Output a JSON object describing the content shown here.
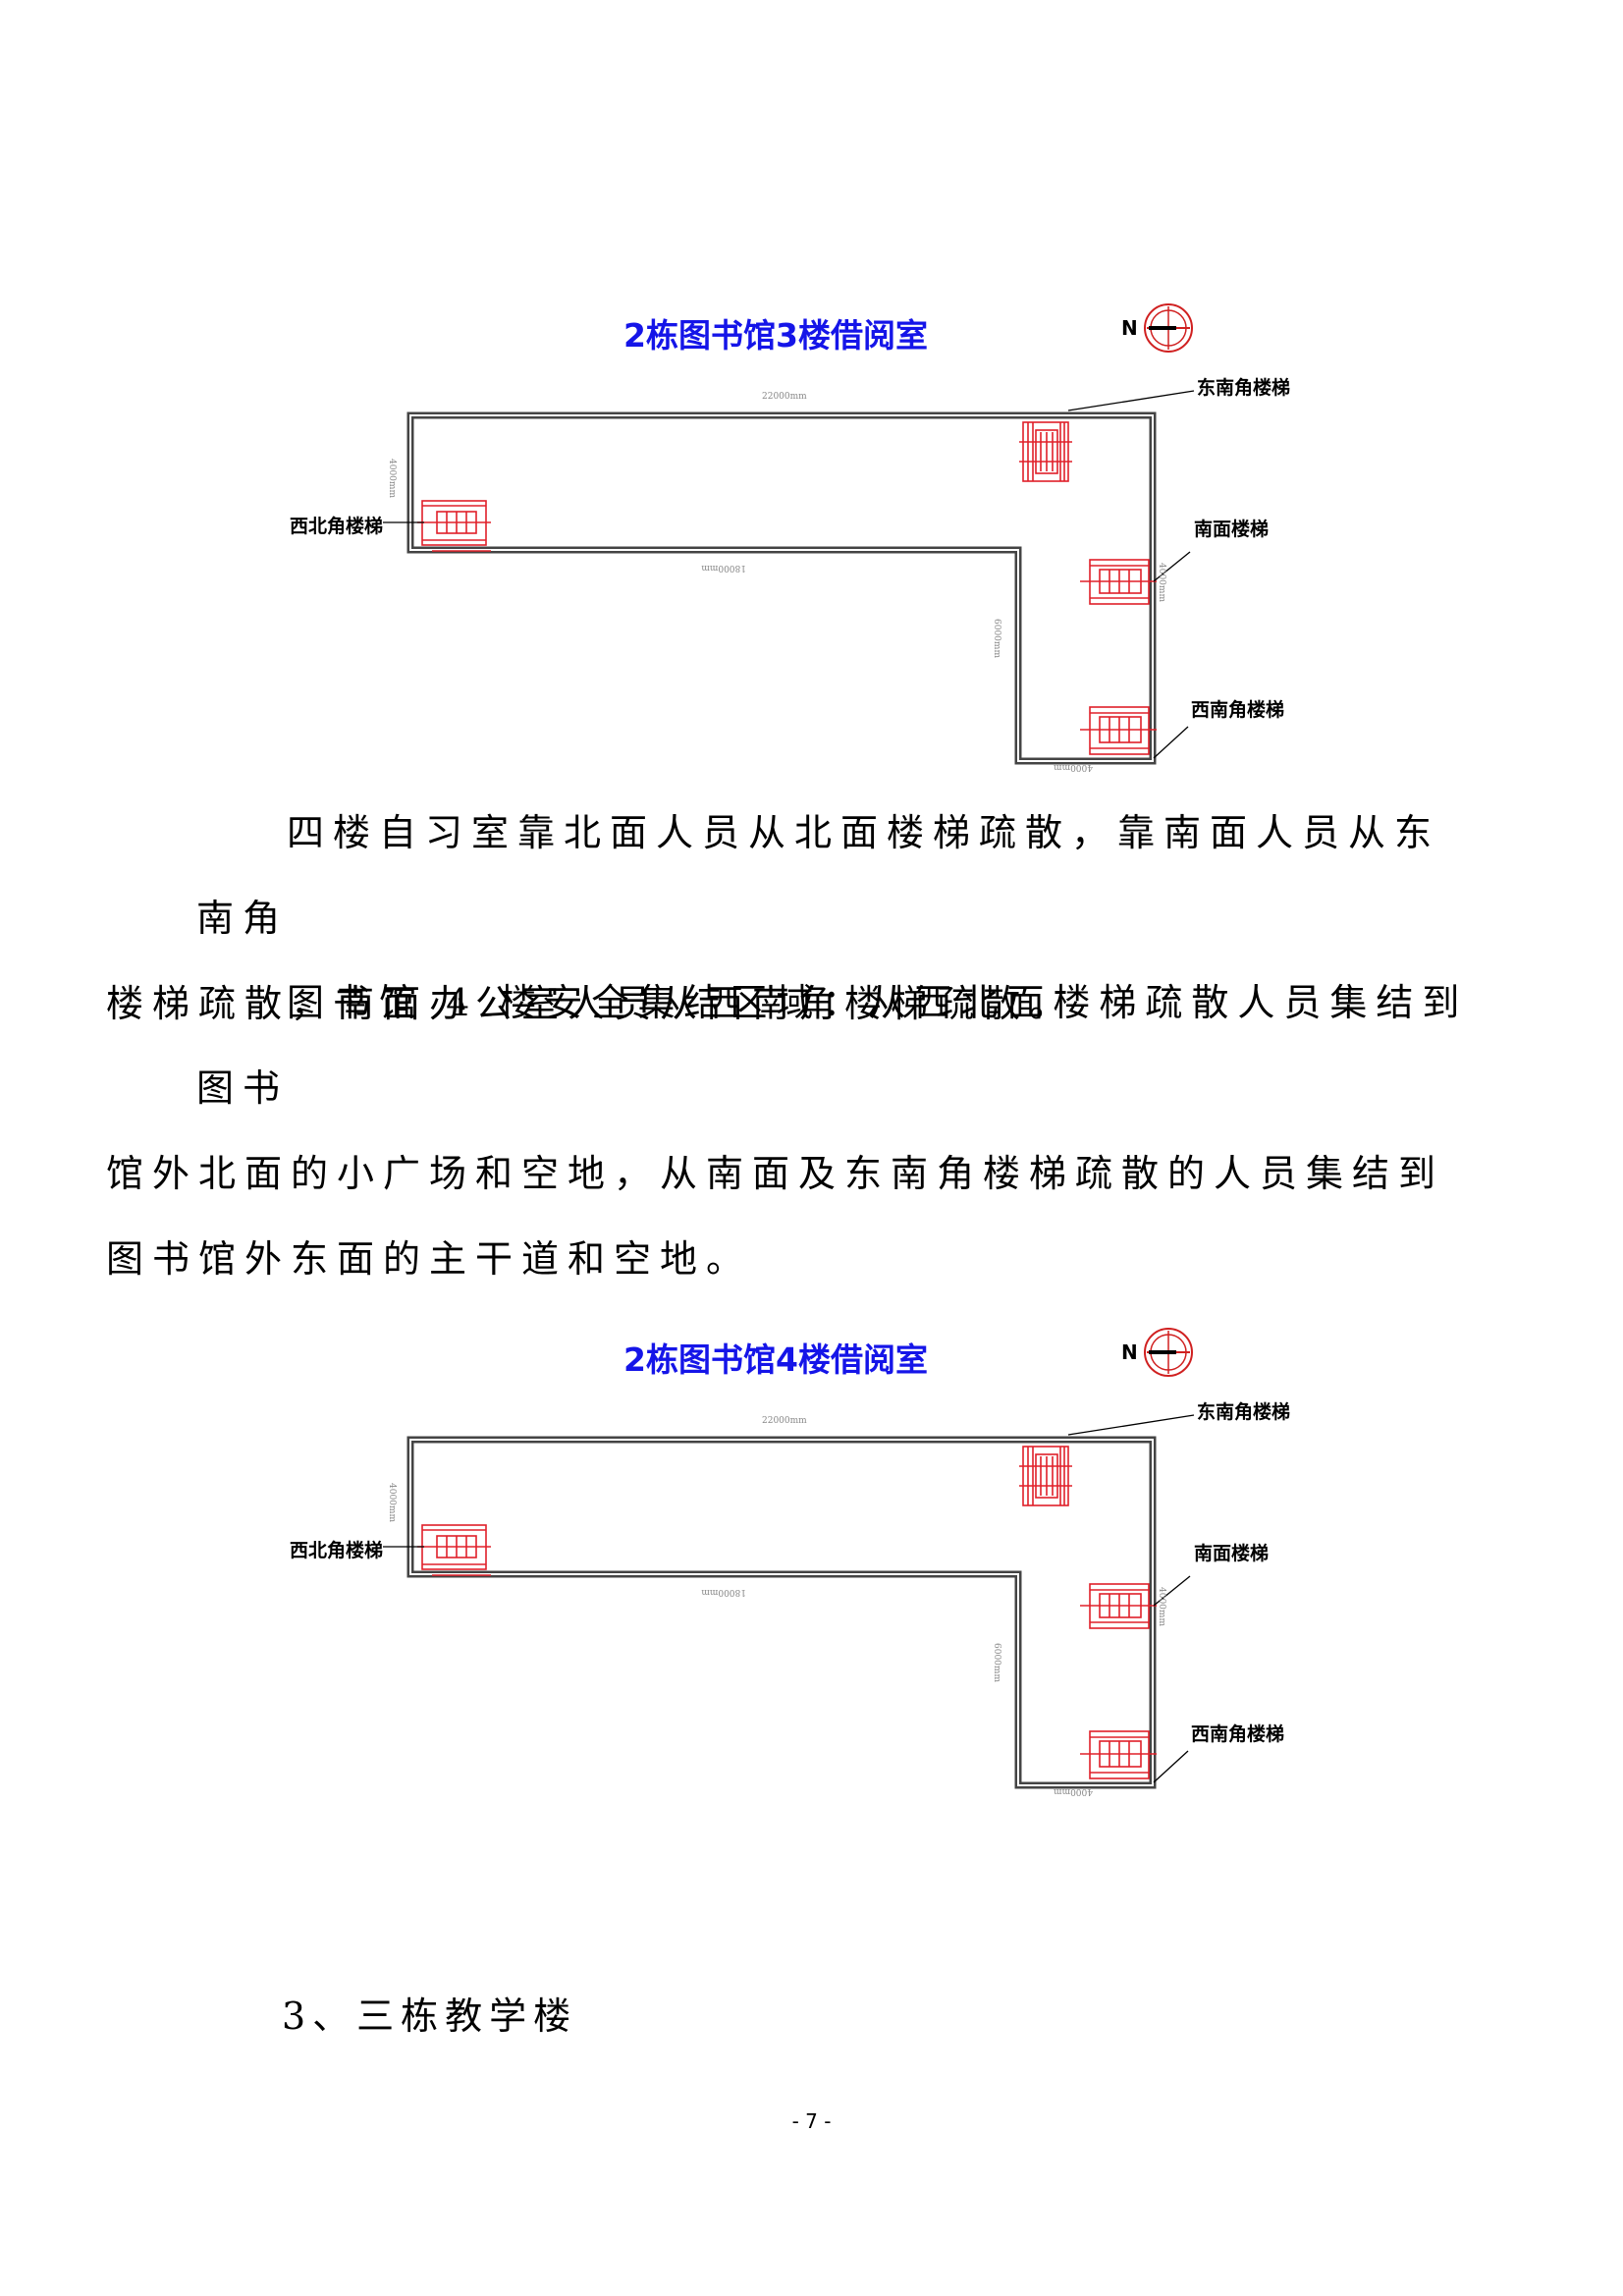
{
  "plans": [
    {
      "title": "2栋图书馆3楼借阅室",
      "labels": {
        "se": "东南角楼梯",
        "s": "南面楼梯",
        "sw": "西南角楼梯",
        "nw": "西北角楼梯"
      },
      "dims": {
        "top": "22000mm",
        "left": "4000mm",
        "middle": "18000mm",
        "vertical": "6000mm",
        "right": "4000mm",
        "bottom": "4000mm"
      }
    },
    {
      "title": "2栋图书馆4楼借阅室",
      "labels": {
        "se": "东南角楼梯",
        "s": "南面楼梯",
        "sw": "西南角楼梯",
        "nw": "西北角楼梯"
      },
      "dims": {
        "top": "22000mm",
        "left": "4000mm",
        "middle": "18000mm",
        "vertical": "6000mm",
        "right": "4000mm",
        "bottom": "4000mm"
      }
    }
  ],
  "paragraphs": [
    {
      "line1": "四楼自习室靠北面人员从北面楼梯疏散，靠南面人员从东南角",
      "line2": "楼梯疏散，南面办公室人员从西南角楼梯疏散。"
    },
    {
      "line1": "图书馆 4 楼安全集结区域：从西北面楼梯疏散人员集结到图书",
      "line2": "馆外北面的小广场和空地，从南面及东南角楼梯疏散的人员集结到",
      "line3": "图书馆外东面的主干道和空地。"
    }
  ],
  "section_heading": "3、三栋教学楼",
  "compass_letter": "N",
  "page_number": "- 7 -",
  "colors": {
    "title": "#1515e8",
    "stairs": "#e0202a",
    "wall": "#444444"
  }
}
